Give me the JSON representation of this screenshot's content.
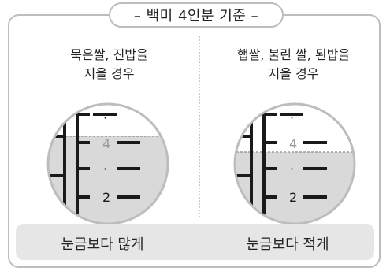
{
  "title": "– 백미 4인분 기준 –",
  "left": {
    "caption_line1": "묵은쌀, 진밥을",
    "caption_line2": "지을 경우",
    "water_level_relative_to_4": "above",
    "result": "눈금보다 많게"
  },
  "right": {
    "caption_line1": "햅쌀, 불린 쌀, 된밥을",
    "caption_line2": "지을 경우",
    "water_level_relative_to_4": "below",
    "result": "눈금보다 적게"
  },
  "gauge": {
    "mark_4": "4",
    "mark_2": "2",
    "dot": "·"
  },
  "colors": {
    "border": "#bdbdbd",
    "water": "#d9d9d9",
    "bar": "#e6e6e6",
    "tick": "#1a1a1a",
    "label4": "#9a9a9a"
  }
}
